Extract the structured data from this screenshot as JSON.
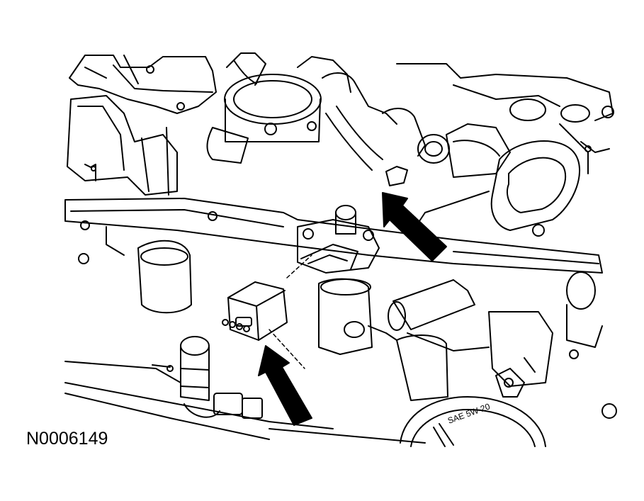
{
  "figure": {
    "id_label": "N0006149",
    "oil_cap_text": "SAE 5W-20"
  },
  "arrows": [
    {
      "name": "upper-arrow",
      "points_to": "sensor connector on intake manifold"
    },
    {
      "name": "lower-arrow",
      "points_to": "electrical connector"
    }
  ],
  "colors": {
    "line": "#000000",
    "background": "#ffffff"
  }
}
